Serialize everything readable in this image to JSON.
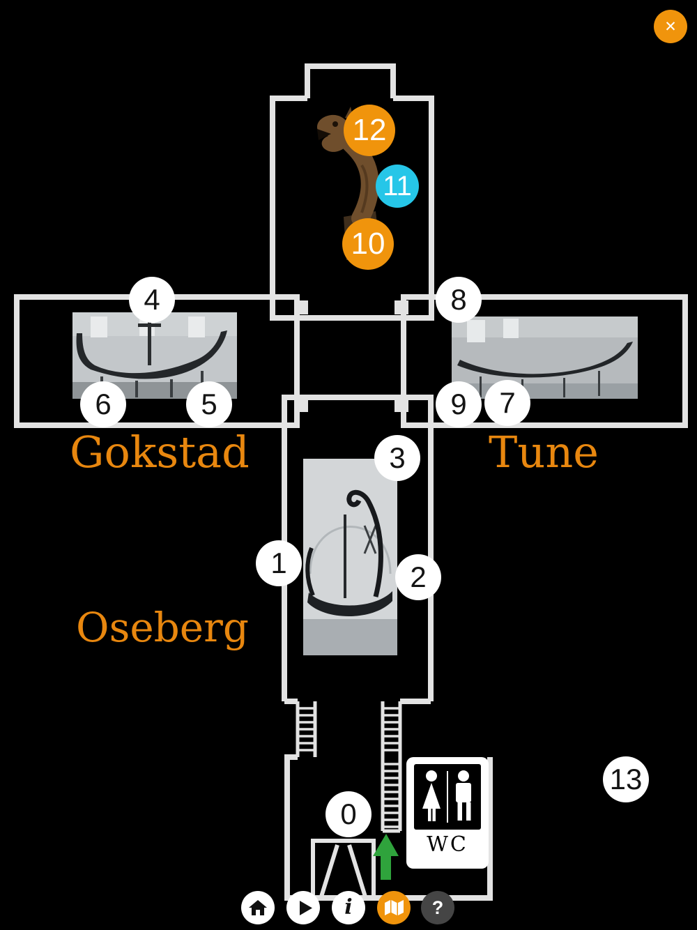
{
  "app": {
    "close_glyph": "✕"
  },
  "map": {
    "hall_labels": {
      "gokstad": "Gokstad",
      "tune": "Tune",
      "oseberg": "Oseberg"
    },
    "wc_label": "WC",
    "markers": [
      {
        "label": "0",
        "style": "white"
      },
      {
        "label": "1",
        "style": "white"
      },
      {
        "label": "2",
        "style": "white"
      },
      {
        "label": "3",
        "style": "white"
      },
      {
        "label": "4",
        "style": "white"
      },
      {
        "label": "5",
        "style": "white"
      },
      {
        "label": "6",
        "style": "white"
      },
      {
        "label": "7",
        "style": "white"
      },
      {
        "label": "8",
        "style": "white"
      },
      {
        "label": "9",
        "style": "white"
      },
      {
        "label": "10",
        "style": "orange"
      },
      {
        "label": "11",
        "style": "cyan"
      },
      {
        "label": "12",
        "style": "orange"
      },
      {
        "label": "13",
        "style": "white"
      }
    ],
    "photos": [
      {
        "name": "dragon-head-carving"
      },
      {
        "name": "gokstad-ship"
      },
      {
        "name": "tune-ship"
      },
      {
        "name": "oseberg-ship"
      }
    ]
  },
  "toolbar": {
    "items": [
      {
        "icon": "home"
      },
      {
        "icon": "play"
      },
      {
        "icon": "info",
        "glyph": "i"
      },
      {
        "icon": "map"
      },
      {
        "icon": "help",
        "glyph": "?"
      }
    ]
  },
  "colors": {
    "accent_orange": "#F0940C",
    "marker_cyan": "#26C6E8",
    "label_orange": "#E8870F",
    "wall": "#E3E3E3",
    "arrow_green": "#2FA33C"
  }
}
